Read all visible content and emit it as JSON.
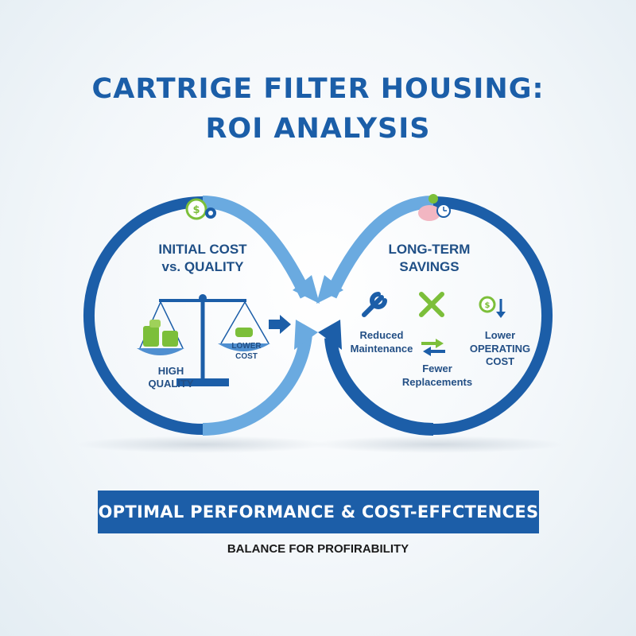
{
  "title": {
    "line1": "CARTRIGE FILTER HOUSING:",
    "line2": "ROI ANALYSIS"
  },
  "left_loop": {
    "heading_line1": "INITIAL COST",
    "heading_line2": "vs. QUALITY",
    "high_quality_label": "HIGH QUALITY",
    "lower_cost_label": "LOWER COST",
    "icon": "dollar-gear-icon"
  },
  "right_loop": {
    "heading_line1": "LONG-TERM",
    "heading_line2": "SAVINGS",
    "icon": "piggy-bank-clock-icon",
    "items": {
      "reduced_maintenance_line1": "Reduced",
      "reduced_maintenance_line2": "Maintenance",
      "lower_operating_line1": "Lower",
      "lower_operating_line2": "OPERATING COST",
      "fewer_replacements_line1": "Fewer",
      "fewer_replacements_line2": "Replacements"
    }
  },
  "banner": {
    "text": "OPTIMAL PERFORMANCE & COST-EFFCTENCES"
  },
  "subtitle": "BALANCE FOR PROFIRABILITY",
  "colors": {
    "dark_blue": "#1c5ea8",
    "light_blue": "#6aaae0",
    "green": "#7cbf3a",
    "text_blue": "#1f4f86"
  }
}
